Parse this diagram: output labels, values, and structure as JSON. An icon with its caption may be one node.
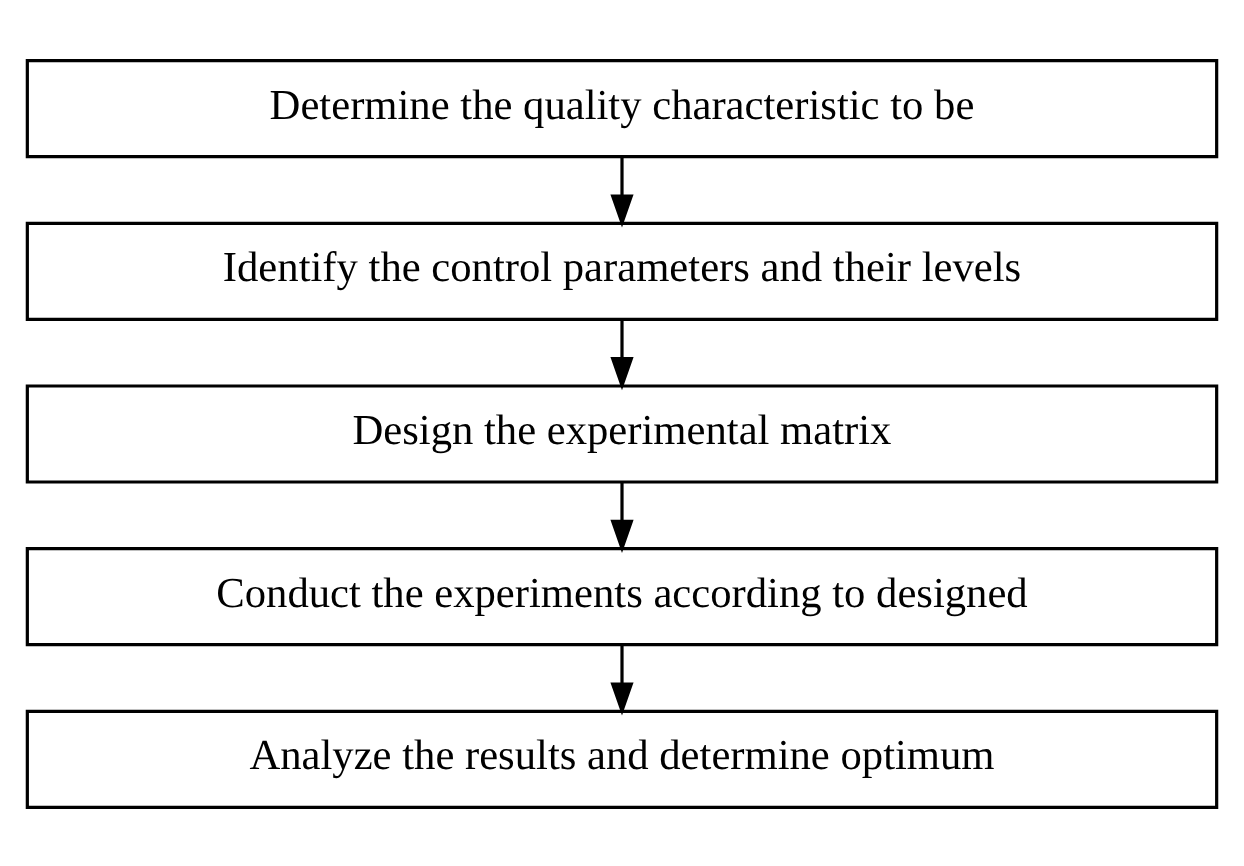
{
  "diagram": {
    "nodes": [
      {
        "text": [
          "Determine the quality characteristic to be"
        ]
      },
      {
        "text": [
          "Identify the control parameters and their levels"
        ]
      },
      {
        "text": [
          "Design the experimental matrix"
        ]
      },
      {
        "text": [
          "Conduct the experiments according to designed"
        ]
      },
      {
        "text": [
          "Analyze the results and determine optimum"
        ]
      }
    ],
    "edges": [
      {
        "from": 0,
        "to": 1,
        "arrow": "to"
      },
      {
        "from": 1,
        "to": 2,
        "arrow": "to"
      },
      {
        "from": 2,
        "to": 3,
        "arrow": "to"
      },
      {
        "from": 3,
        "to": 4,
        "arrow": "to"
      }
    ]
  }
}
